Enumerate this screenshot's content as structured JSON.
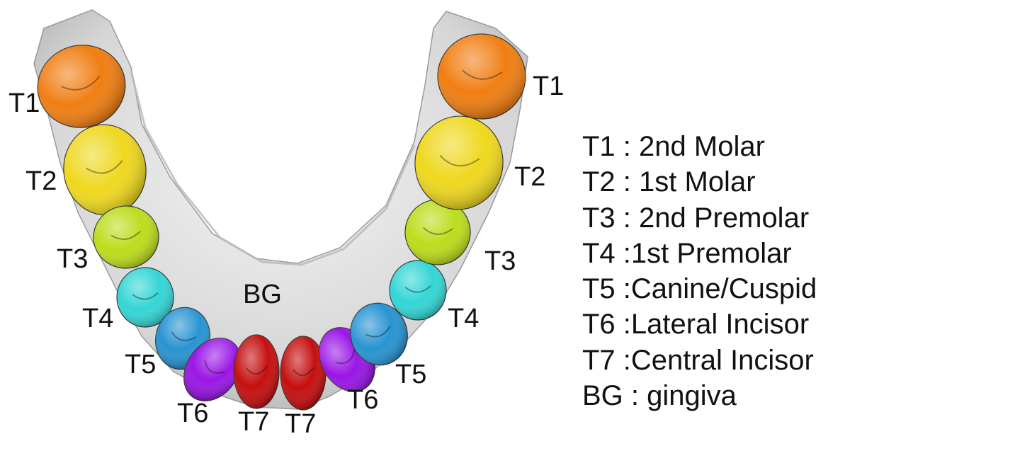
{
  "diagram": {
    "teeth": [
      {
        "side": "right",
        "label": "T1",
        "color": "#F07E12"
      },
      {
        "side": "right",
        "label": "T2",
        "color": "#EFD81E"
      },
      {
        "side": "right",
        "label": "T3",
        "color": "#BCDD1C"
      },
      {
        "side": "right",
        "label": "T4",
        "color": "#34D6D6"
      },
      {
        "side": "right",
        "label": "T5",
        "color": "#2894D2"
      },
      {
        "side": "right",
        "label": "T6",
        "color": "#9A16E6"
      },
      {
        "side": "right",
        "label": "T7",
        "color": "#C50F0F"
      },
      {
        "side": "left",
        "label": "T7",
        "color": "#C50F0F"
      },
      {
        "side": "left",
        "label": "T6",
        "color": "#9A16E6"
      },
      {
        "side": "left",
        "label": "T5",
        "color": "#2894D2"
      },
      {
        "side": "left",
        "label": "T4",
        "color": "#34D6D6"
      },
      {
        "side": "left",
        "label": "T3",
        "color": "#BCDD1C"
      },
      {
        "side": "left",
        "label": "T2",
        "color": "#EFD81E"
      },
      {
        "side": "left",
        "label": "T1",
        "color": "#F07E12"
      }
    ],
    "gingiva": {
      "label": "BG",
      "color": "#D9D9D9"
    }
  },
  "legend": [
    "T1 : 2nd Molar",
    "T2 : 1st Molar",
    "T3 : 2nd Premolar",
    "T4 :1st Premolar",
    "T5 :Canine/Cuspid",
    "T6 :Lateral Incisor",
    "T7 :Central Incisor",
    "BG : gingiva"
  ]
}
